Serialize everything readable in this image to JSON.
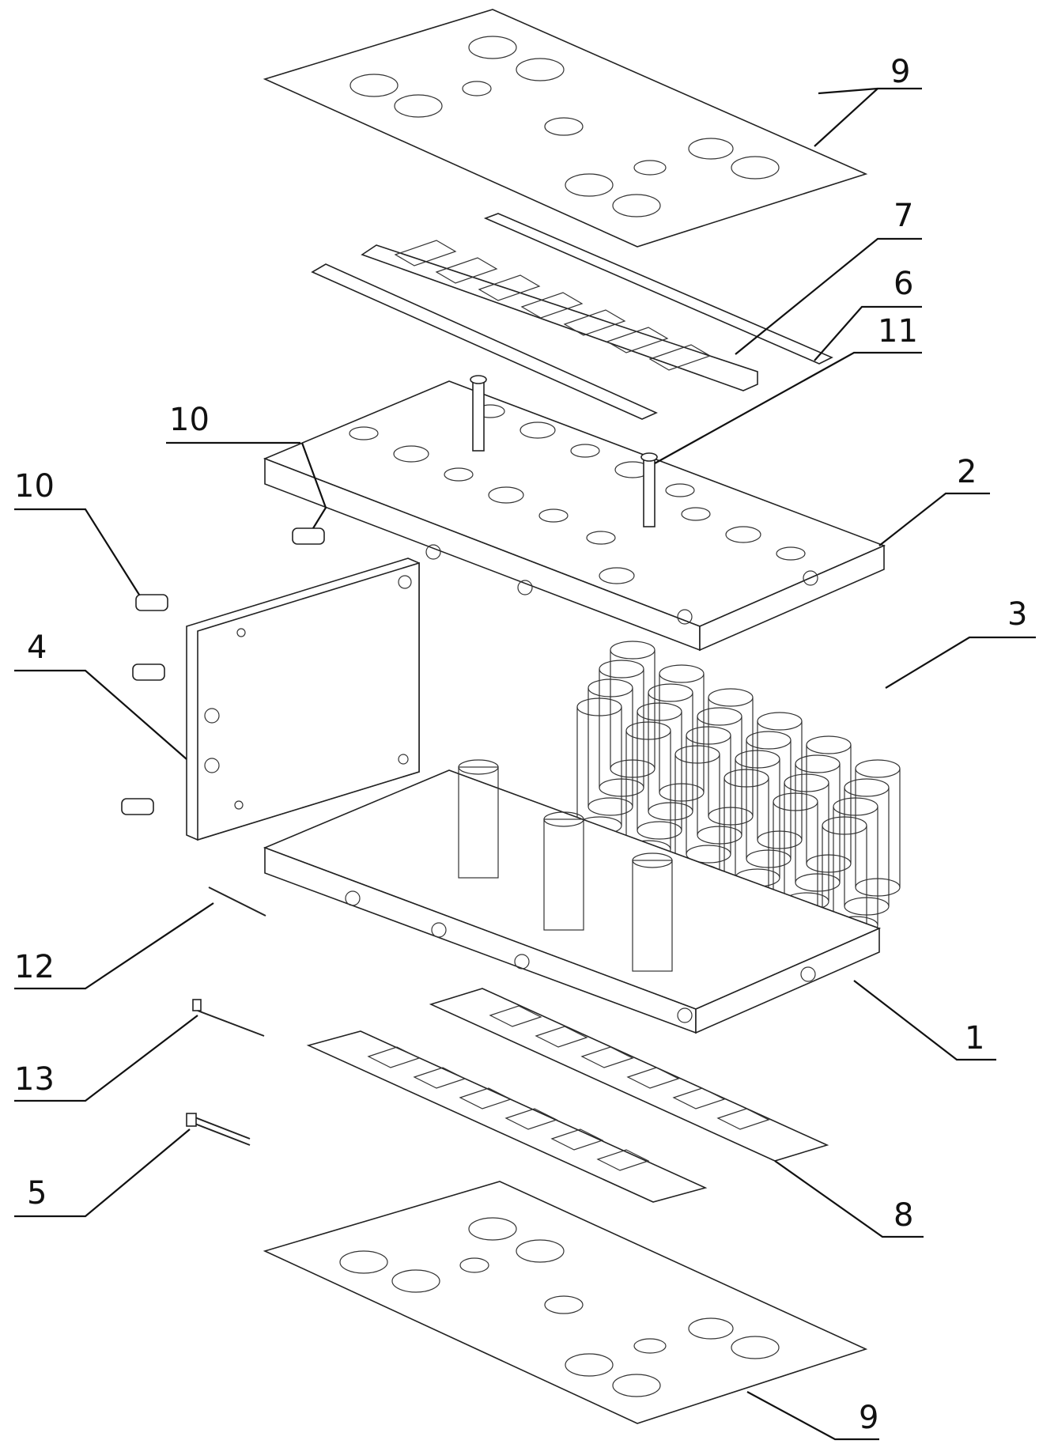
{
  "callouts": [
    {
      "id": "9-top",
      "number": "9"
    },
    {
      "id": "7",
      "number": "7"
    },
    {
      "id": "6",
      "number": "6"
    },
    {
      "id": "11",
      "number": "11"
    },
    {
      "id": "10-right",
      "number": "10"
    },
    {
      "id": "2",
      "number": "2"
    },
    {
      "id": "10-left",
      "number": "10"
    },
    {
      "id": "3",
      "number": "3"
    },
    {
      "id": "4",
      "number": "4"
    },
    {
      "id": "12",
      "number": "12"
    },
    {
      "id": "1",
      "number": "1"
    },
    {
      "id": "13",
      "number": "13"
    },
    {
      "id": "5",
      "number": "5"
    },
    {
      "id": "8",
      "number": "8"
    },
    {
      "id": "9-bottom",
      "number": "9"
    }
  ]
}
